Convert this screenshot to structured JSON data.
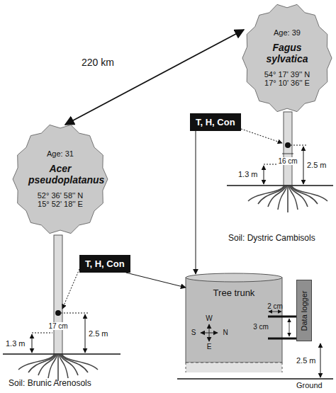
{
  "diagram": {
    "nodes": [
      {
        "text": [
          "Age: 39",
          "Fagus sylvatica",
          "54° 17' 39'' N",
          "17° 10' 36'' E"
        ]
      },
      {
        "text": [
          "T, H, Con"
        ]
      },
      {
        "text": [
          "Age: 31",
          "Acer pseudoplatanus",
          "52° 36' 58'' N",
          "15° 52' 18'' E"
        ]
      },
      {
        "text": [
          "T, H, Con"
        ]
      },
      {
        "text": [
          "Tree trunk"
        ]
      },
      {
        "text": [
          "Data logger"
        ]
      }
    ],
    "edges": [
      {
        "from": 2,
        "to": 0,
        "label": "220 km",
        "arrow": "both"
      },
      {
        "from": 1,
        "to": 4,
        "arrow": "to"
      },
      {
        "from": 3,
        "to": 4,
        "arrow": "to"
      }
    ],
    "labels": [
      "16 cm",
      "1.3 m",
      "2.5 m",
      "Soil: Dystric Cambisols",
      "17 cm",
      "1.3 m",
      "2.5 m",
      "Soil: Brunic Arenosols",
      "W",
      "S",
      "N",
      "E",
      "2 cm",
      "3 cm",
      "2.5 m",
      "Ground"
    ]
  }
}
